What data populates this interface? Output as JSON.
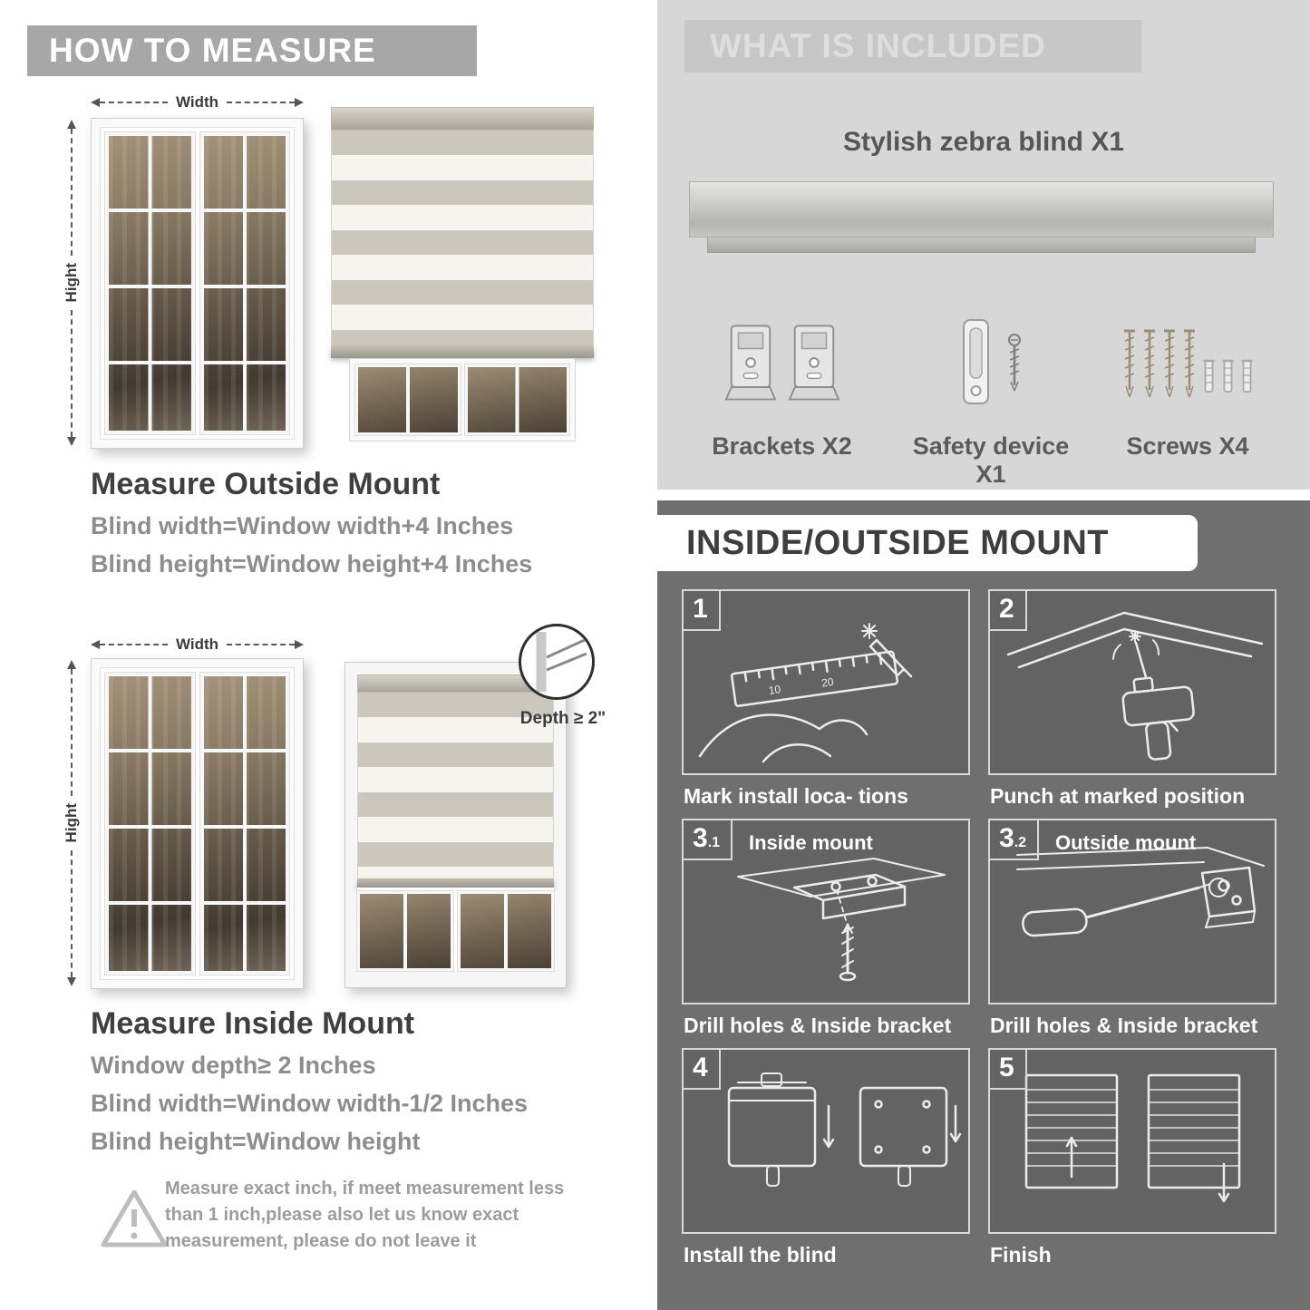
{
  "colors": {
    "banner_gray": "#a7a7a7",
    "included_bg": "#d7d7d7",
    "included_banner_bg": "#c7c7c7",
    "mount_bg": "#6f6f6f",
    "title_dark": "#3f3f3f",
    "subtext_gray": "#8d8d8d",
    "stripe_gray": "#cbc7bc",
    "stripe_white": "#f6f4ef"
  },
  "measure": {
    "banner": "HOW TO MEASURE",
    "width_label": "Width",
    "height_label": "Hight",
    "outside": {
      "title": "Measure Outside Mount",
      "line1": "Blind width=Window width+4 Inches",
      "line2": "Blind height=Window height+4 Inches"
    },
    "inside": {
      "depth_callout": "Depth ≥ 2\"",
      "title": "Measure Inside Mount",
      "line1": "Window depth≥ 2 Inches",
      "line2": "Blind width=Window width-1/2 Inches",
      "line3": "Blind height=Window height"
    },
    "note": "Measure exact inch, if meet measurement less than 1 inch,please also let us know exact measurement, please do not leave it"
  },
  "included": {
    "banner": "WHAT IS INCLUDED",
    "product": "Stylish zebra blind X1",
    "items": [
      {
        "label": "Brackets X2"
      },
      {
        "label": "Safety device X1"
      },
      {
        "label": "Screws X4"
      }
    ]
  },
  "mount": {
    "banner": "INSIDE/OUTSIDE MOUNT",
    "steps": [
      {
        "num": "1",
        "sub": "",
        "label": "",
        "caption": "Mark install loca- tions"
      },
      {
        "num": "2",
        "sub": "",
        "label": "",
        "caption": "Punch at  marked position"
      },
      {
        "num": "3",
        "sub": ".1",
        "label": "Inside mount",
        "caption": "Drill holes &  Inside bracket"
      },
      {
        "num": "3",
        "sub": ".2",
        "label": "Outside mount",
        "caption": "Drill holes &  Inside bracket"
      },
      {
        "num": "4",
        "sub": "",
        "label": "",
        "caption": "Install the blind"
      },
      {
        "num": "5",
        "sub": "",
        "label": "",
        "caption": "Finish"
      }
    ]
  }
}
